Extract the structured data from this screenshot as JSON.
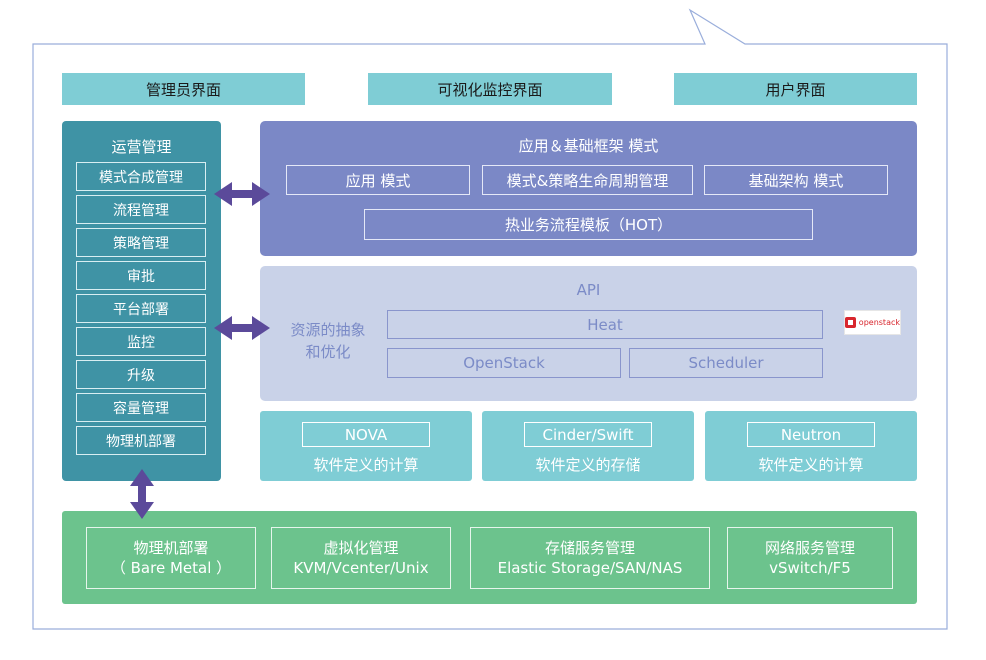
{
  "top_bars": [
    "管理员界面",
    "可视化监控界面",
    "用户界面"
  ],
  "ops": {
    "title": "运营管理",
    "items": [
      "模式合成管理",
      "流程管理",
      "策略管理",
      "审批",
      "平台部署",
      "监控",
      "升级",
      "容量管理",
      "物理机部署"
    ]
  },
  "app_layer": {
    "title": "应用＆基础框架 模式",
    "boxes": [
      "应用 模式",
      "模式&策略生命周期管理",
      "基础架构 模式"
    ],
    "hot": "热业务流程模板（HOT）"
  },
  "api_layer": {
    "title": "API",
    "left_line1": "资源的抽象",
    "left_line2": "和优化",
    "heat": "Heat",
    "openstack": "OpenStack",
    "scheduler": "Scheduler",
    "logo_text": "openstack",
    "logo_icon": "openstack-logo-icon"
  },
  "software_defined": [
    {
      "name": "NOVA",
      "caption": "软件定义的计算"
    },
    {
      "name": "Cinder/Swift",
      "caption": "软件定义的存储"
    },
    {
      "name": "Neutron",
      "caption": "软件定义的计算"
    }
  ],
  "hardware": [
    {
      "line1": "物理机部署",
      "line2": "（ Bare Metal ）"
    },
    {
      "line1": "虚拟化管理",
      "line2": "KVM/Vcenter/Unix"
    },
    {
      "line1": "存储服务管理",
      "line2": "Elastic Storage/SAN/NAS"
    },
    {
      "line1": "网络服务管理",
      "line2": "vSwitch/F5"
    }
  ],
  "colors": {
    "teal_bar": "#7fcdd5",
    "ops_panel": "#3f93a5",
    "app_panel": "#7b88c6",
    "api_panel": "#c9d2e8",
    "hw_panel": "#6cc38d",
    "arrow": "#5b4a9a",
    "frame_border": "#9aaedb"
  }
}
